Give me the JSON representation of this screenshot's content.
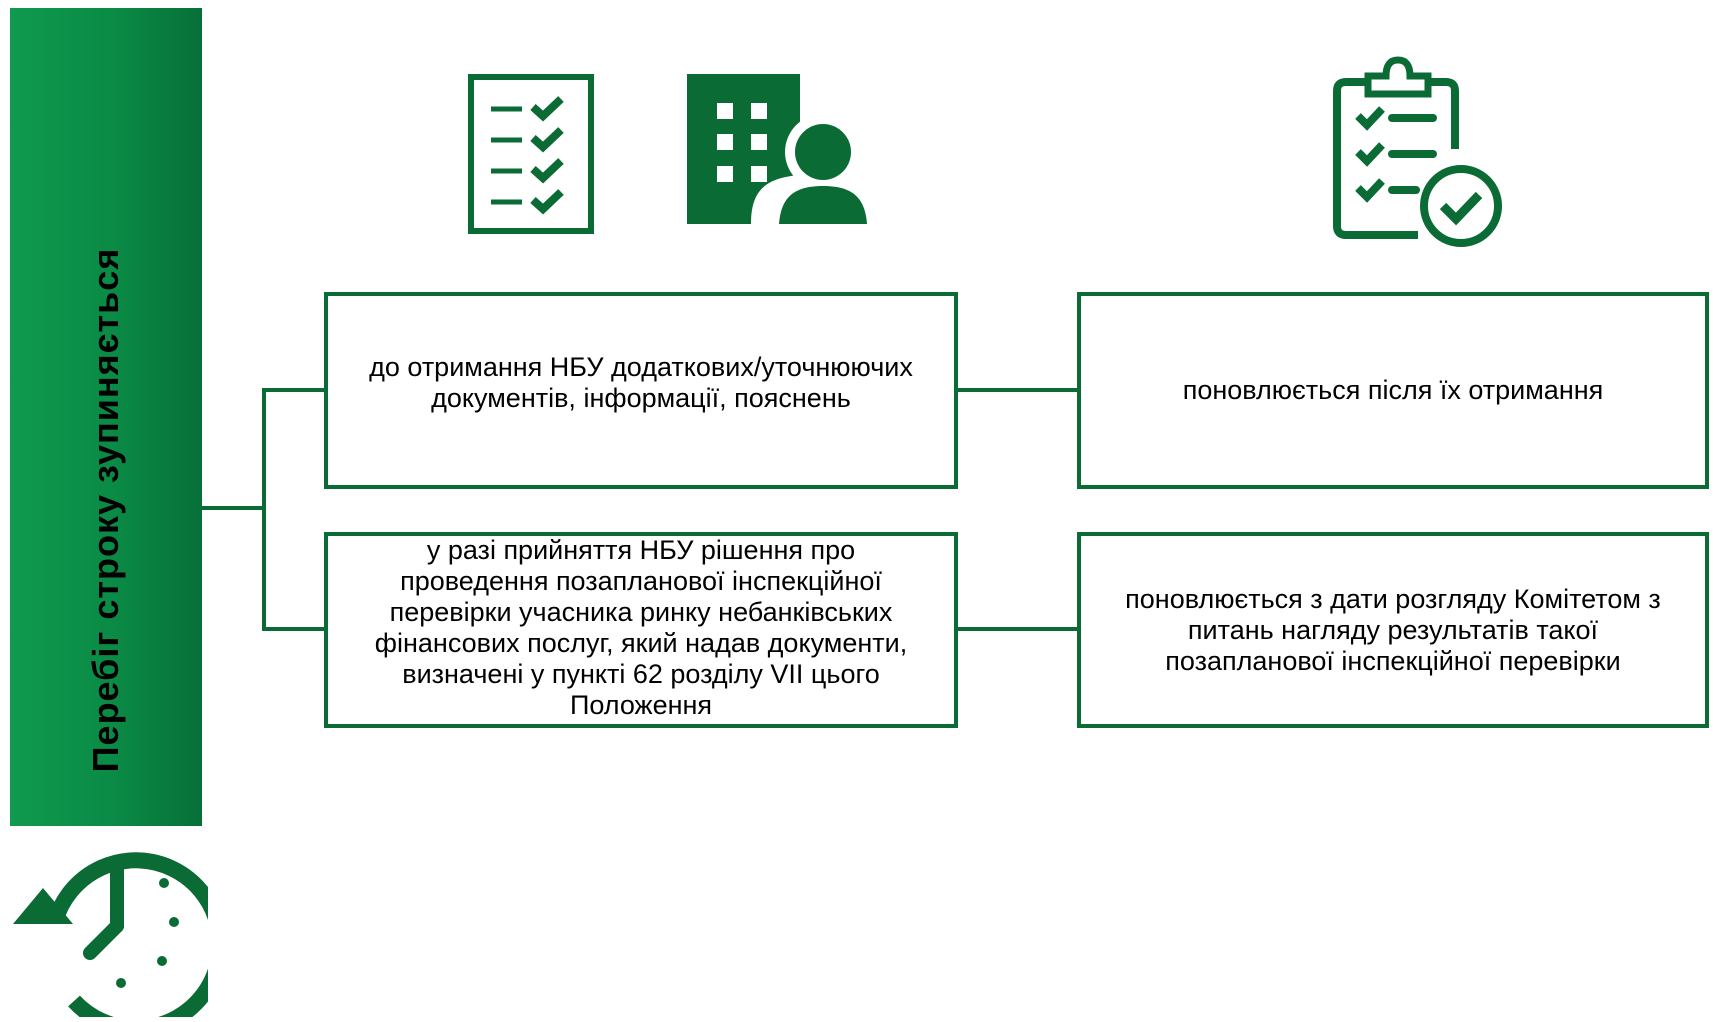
{
  "colors": {
    "primary_green": "#0b6b35",
    "bar_green": "#0a8a45",
    "text": "#000000",
    "background": "#ffffff"
  },
  "sidebar": {
    "title": "Перебіг строку зупиняється",
    "icon": "clock-history-icon"
  },
  "icons": {
    "checklist": "checklist-icon",
    "building_person": "building-person-icon",
    "clipboard_check": "clipboard-check-icon"
  },
  "rows": [
    {
      "condition_lines": [
        "до отримання НБУ додаткових/уточнюючих",
        "документів, інформації, пояснень"
      ],
      "result_lines": [
        "поновлюється після їх отримання"
      ]
    },
    {
      "condition_lines": [
        "у разі прийняття НБУ рішення про",
        "проведення позапланової інспекційної",
        "перевірки учасника ринку небанківських",
        "фінансових послуг, який надав документи,",
        "визначені у пункті 62 розділу VII цього",
        "Положення"
      ],
      "result_lines": [
        "поновлюється з дати розгляду Комітетом з",
        "питань нагляду результатів такої",
        "позапланової інспекційної перевірки"
      ]
    }
  ]
}
